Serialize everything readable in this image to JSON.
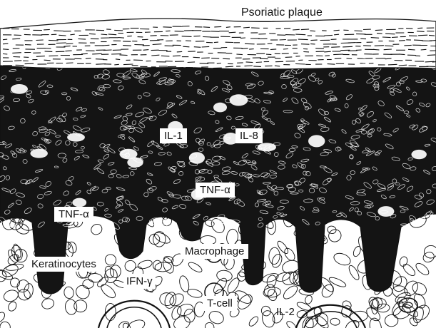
{
  "figure": {
    "title": "Psoriatic plaque",
    "labels": {
      "il1": "IL-1",
      "il8": "IL-8",
      "tnf_alpha_upper": "TNF-α",
      "tnf_alpha_lower": "TNF-α",
      "macrophage": "Macrophage",
      "keratinocytes": "Keratinocytes",
      "ifn_gamma": "IFN-γ",
      "t_cell": "T-cell",
      "il2": "IL-2"
    }
  },
  "colors": {
    "ink": "#111111",
    "dense_tissue": "#141414",
    "background": "#ffffff"
  }
}
